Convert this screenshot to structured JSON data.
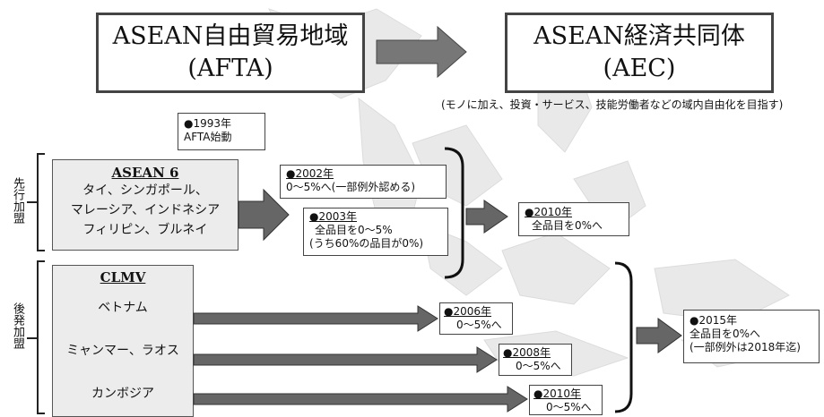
{
  "aseanAfta": {
    "line1": "ASEAN自由貿易地域",
    "line2": "(AFTA)"
  },
  "aseanAec": {
    "line1": "ASEAN経済共同体",
    "line2": "(AEC)"
  },
  "aecNote": "(モノに加え、投資・サービス、技能労働者などの域内自由化を目指す)",
  "launch": {
    "year": "●1993年",
    "text": "AFTA始動"
  },
  "sideLabels": {
    "first": "先行加盟",
    "later": "後発加盟"
  },
  "asean6": {
    "title": "ASEAN 6",
    "lines": [
      "タイ、シンガポール、",
      "マレーシア、インドネシア",
      "フィリピン、ブルネイ"
    ]
  },
  "clmv": {
    "title": "CLMV",
    "countries": [
      "ベトナム",
      "ミャンマー、ラオス",
      "カンボジア"
    ]
  },
  "steps": {
    "y2002": {
      "year": "●2002年",
      "text": "0〜5%へ(一部例外認める)"
    },
    "y2003": {
      "year": "●2003年",
      "line1": "全品目を0〜5%",
      "line2": "(うち60%の品目が0%)"
    },
    "y2010a": {
      "year": "●2010年",
      "text": "全品目を0%へ"
    },
    "y2006": {
      "year": "●2006年",
      "text": "0〜5%へ"
    },
    "y2008": {
      "year": "●2008年",
      "text": "0〜5%へ"
    },
    "y2010b": {
      "year": "●2010年",
      "text": "0〜5%へ"
    },
    "y2015": {
      "year": "●2015年",
      "line1": "全品目を0%へ",
      "line2": "(一部例外は2018年迄)"
    }
  }
}
